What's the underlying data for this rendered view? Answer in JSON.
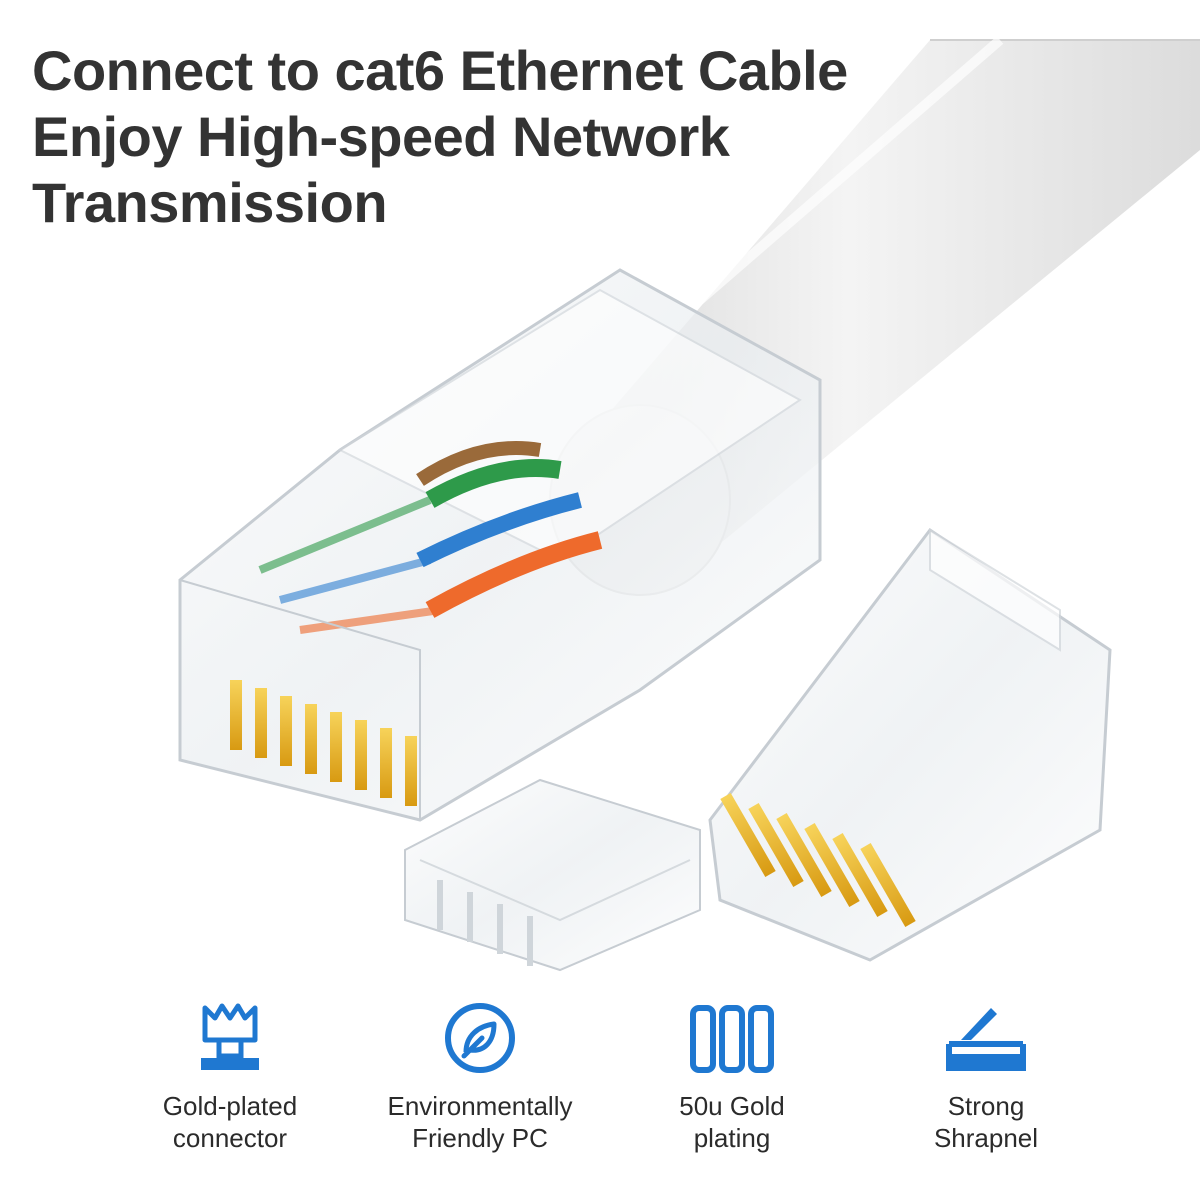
{
  "headline": {
    "line1": "Connect to cat6 Ethernet Cable",
    "line2": "Enjoy High-speed Network",
    "line3": "Transmission"
  },
  "product": {
    "cable_color": "#e6e6e6",
    "gold_color": "#e8b422",
    "wire_colors": [
      "#2e9a4a",
      "#2f7fd0",
      "#ee6a2c",
      "#9a6a3a",
      "#ffffff"
    ]
  },
  "features": [
    {
      "icon": "crown-connector-icon",
      "line1": "Gold-plated",
      "line2": "connector"
    },
    {
      "icon": "leaf-circle-icon",
      "line1": "Environmentally",
      "line2": "Friendly PC"
    },
    {
      "icon": "three-bars-icon",
      "line1": "50u Gold",
      "line2": "plating"
    },
    {
      "icon": "shrapnel-spring-icon",
      "line1": "Strong",
      "line2": "Shrapnel"
    }
  ],
  "accent_color": "#1f78d1"
}
